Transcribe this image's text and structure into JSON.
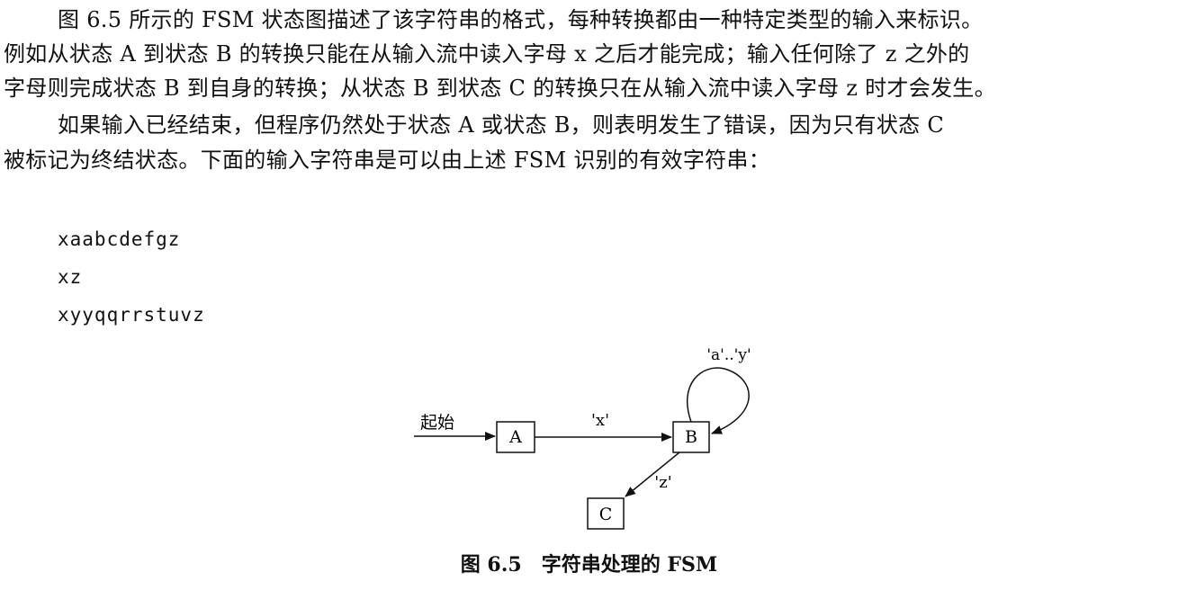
{
  "document": {
    "lines": [
      "图 6.5 所示的 FSM 状态图描述了该字符串的格式，每种转换都由一种特定类型的输入来标识。",
      "例如从状态 A 到状态 B 的转换只能在从输入流中读入字母 x 之后才能完成；输入任何除了 z 之外的",
      "字母则完成状态 B 到自身的转换；从状态 B 到状态 C 的转换只在从输入流中读入字母 z 时才会发生。",
      "如果输入已经结束，但程序仍然处于状态 A 或状态 B，则表明发生了错误，因为只有状态 C",
      "被标记为终结状态。下面的输入字符串是可以由上述 FSM 识别的有效字符串："
    ],
    "code": [
      "xaabcdefgz",
      "xz",
      "xyyqqrrstuvz"
    ]
  },
  "diagram": {
    "start_label": "起始",
    "states": {
      "a": "A",
      "b": "B",
      "c": "C"
    },
    "transitions": {
      "a_to_b": "'x'",
      "b_self": "'a'..'y'",
      "b_to_c": "'z'"
    }
  },
  "caption": {
    "number": "图 6.5",
    "title": "字符串处理的 FSM"
  }
}
